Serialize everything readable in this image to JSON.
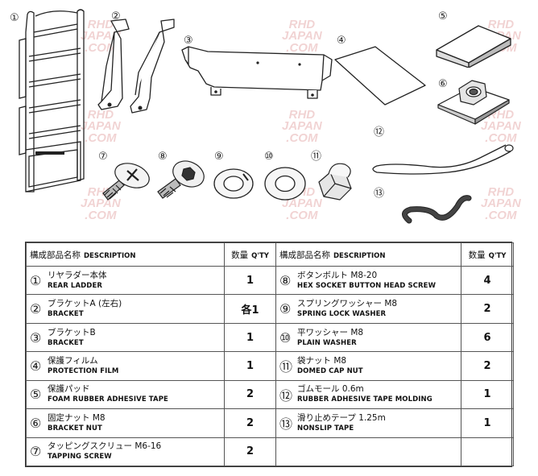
{
  "watermark": {
    "line1": "RHD",
    "line2": "JAPAN",
    "line3": ".COM"
  },
  "figure_numbers": {
    "rear_ladder": "①",
    "bracket_a": "②",
    "bracket_b": "③",
    "film": "④",
    "foam_pad": "⑤",
    "bracket_nut": "⑥",
    "tapping_screw": "⑦",
    "hex_bolt": "⑧",
    "spring_washer": "⑨",
    "plain_washer": "⑩",
    "cap_nut": "⑪",
    "molding": "⑫",
    "nonslip": "⑬"
  },
  "table": {
    "header": {
      "desc_ja": "構成部品名称",
      "desc_en": "DESCRIPTION",
      "qty_ja": "数量",
      "qty_en": "Q'TY"
    },
    "left": [
      {
        "num": "①",
        "ja": "リヤラダー本体",
        "en": "REAR LADDER",
        "qty": "1"
      },
      {
        "num": "②",
        "ja": "ブラケットA (左右)",
        "en": "BRACKET",
        "qty": "各1"
      },
      {
        "num": "③",
        "ja": "ブラケットB",
        "en": "BRACKET",
        "qty": "1"
      },
      {
        "num": "④",
        "ja": "保護フィルム",
        "en": "PROTECTION FILM",
        "qty": "1"
      },
      {
        "num": "⑤",
        "ja": "保護パッド",
        "en": "FOAM RUBBER ADHESIVE TAPE",
        "qty": "2"
      },
      {
        "num": "⑥",
        "ja": "固定ナット M8",
        "en": "BRACKET NUT",
        "qty": "2"
      },
      {
        "num": "⑦",
        "ja": "タッピングスクリュー M6-16",
        "en": "TAPPING SCREW",
        "qty": "2"
      }
    ],
    "right": [
      {
        "num": "⑧",
        "ja": "ボタンボルト M8-20",
        "en": "HEX SOCKET BUTTON HEAD SCREW",
        "qty": "4"
      },
      {
        "num": "⑨",
        "ja": "スプリングワッシャー M8",
        "en": "SPRING LOCK WASHER",
        "qty": "2"
      },
      {
        "num": "⑩",
        "ja": "平ワッシャー M8",
        "en": "PLAIN WASHER",
        "qty": "6"
      },
      {
        "num": "⑪",
        "ja": "袋ナット M8",
        "en": "DOMED CAP NUT",
        "qty": "2"
      },
      {
        "num": "⑫",
        "ja": "ゴムモール 0.6m",
        "en": "RUBBER ADHESIVE TAPE MOLDING",
        "qty": "1"
      },
      {
        "num": "⑬",
        "ja": "滑り止めテープ 1.25m",
        "en": "NONSLIP TAPE",
        "qty": "1"
      },
      {
        "num": "",
        "ja": "",
        "en": "",
        "qty": ""
      }
    ]
  }
}
